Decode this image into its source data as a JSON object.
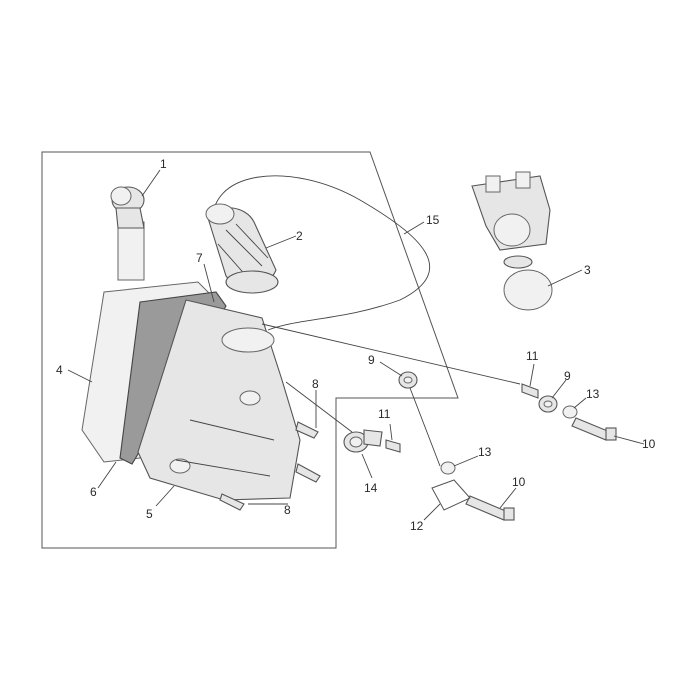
{
  "callouts": {
    "c1": "1",
    "c2": "2",
    "c3": "3",
    "c4": "4",
    "c5": "5",
    "c6": "6",
    "c7": "7",
    "c8a": "8",
    "c8b": "8",
    "c9a": "9",
    "c9b": "9",
    "c10a": "10",
    "c10b": "10",
    "c11a": "11",
    "c11b": "11",
    "c12": "12",
    "c13a": "13",
    "c13b": "13",
    "c14": "14",
    "c15": "15"
  }
}
